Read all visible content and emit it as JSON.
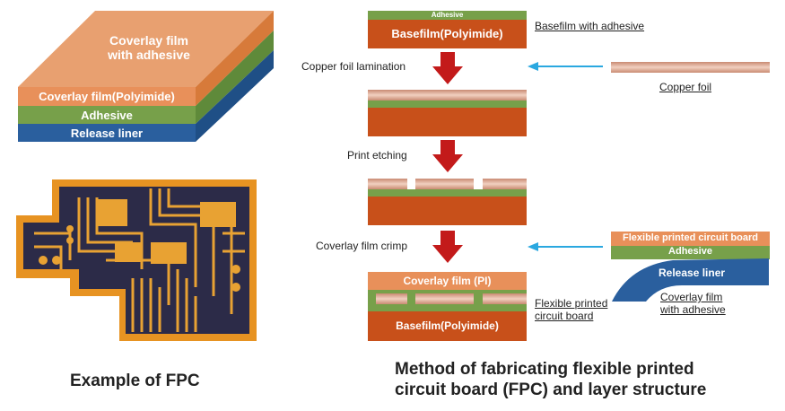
{
  "left_block": {
    "top_face_label_line1": "Coverlay film",
    "top_face_label_line2": "with adhesive",
    "layer_coverlay": "Coverlay film(Polyimide)",
    "layer_adhesive": "Adhesive",
    "layer_release": "Release liner",
    "caption": "Example of FPC"
  },
  "steps": {
    "basefilm_adhesive_top": "Adhesive",
    "basefilm_bottom": "Basefilm(Polyimide)",
    "basefilm_label": "Basefilm with adhesive",
    "step1_label": "Copper foil lamination",
    "copper_foil_label": "Copper foil",
    "step2_label": "Print etching",
    "step3_label": "Coverlay film crimp",
    "final_coverlay": "Coverlay film (PI)",
    "final_basefilm": "Basefilm(Polyimide)",
    "final_label_line1": "Flexible printed",
    "final_label_line2": "circuit board"
  },
  "coverlay_side": {
    "layer1": "Flexible printed circuit board",
    "layer2": "Adhesive",
    "layer3": "Release liner",
    "label_line1": "Coverlay film",
    "label_line2": "with adhesive"
  },
  "title": {
    "line1": "Method of fabricating flexible printed",
    "line2": "circuit board (FPC) and layer structure"
  },
  "colors": {
    "polyimide": "#c8501a",
    "adhesive": "#77a04a",
    "coverlay": "#e8905a",
    "release_liner": "#2a5f9e",
    "copper": "#d9a08a",
    "arrow_red": "#c31a1a",
    "arrow_blue": "#2aa8e0"
  }
}
